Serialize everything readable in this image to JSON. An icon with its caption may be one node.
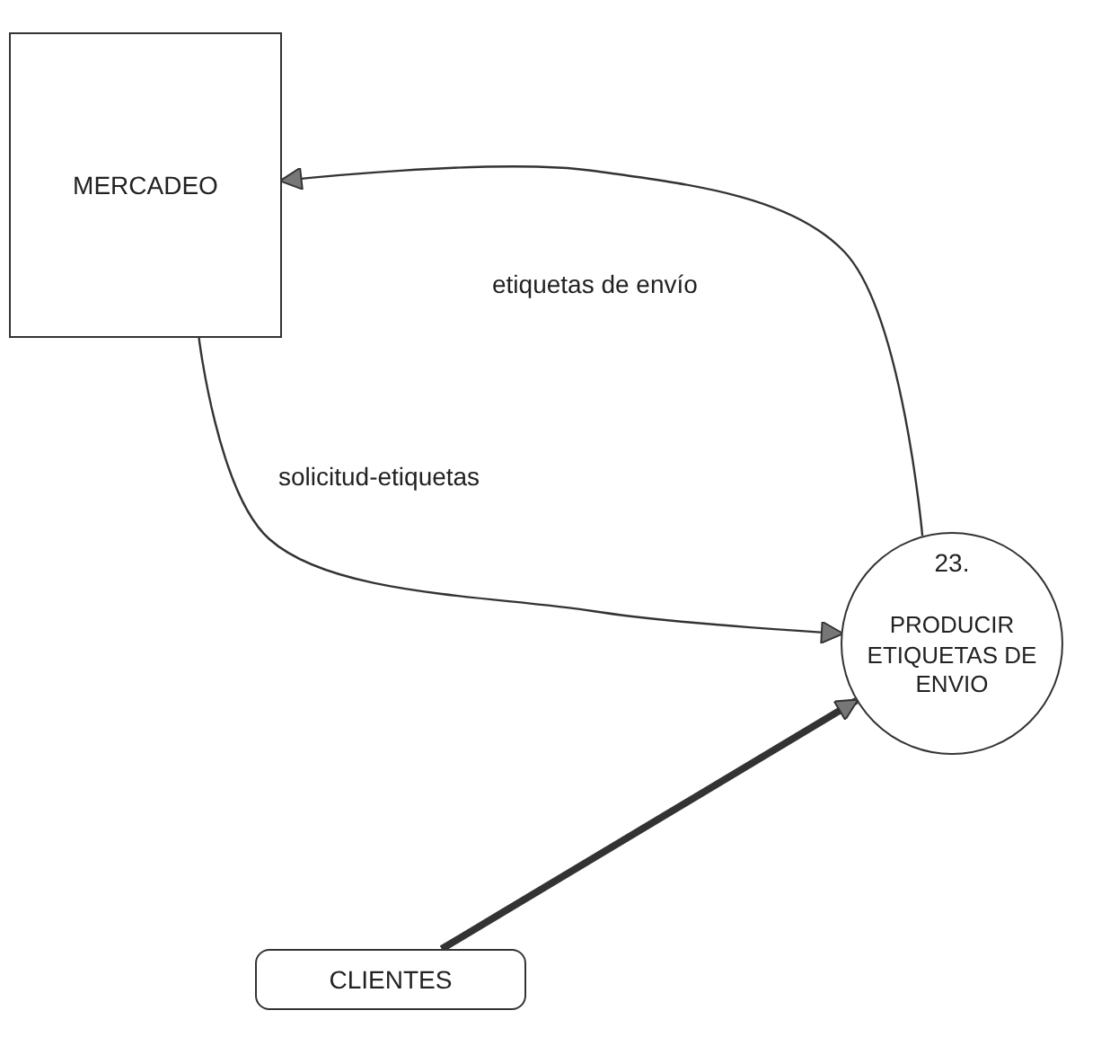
{
  "diagram": {
    "nodes": [
      {
        "text": [
          "MERCADEO"
        ]
      },
      {
        "text": [
          "23.",
          "PRODUCIR ETIQUETAS DE ENVIO"
        ]
      },
      {
        "text": [
          "CLIENTES"
        ]
      }
    ],
    "edges": [
      {
        "from": 1,
        "to": 0,
        "arrow": "to",
        "label": "etiquetas de envío"
      },
      {
        "from": 0,
        "to": 1,
        "arrow": "to",
        "label": "solicitud-etiquetas"
      },
      {
        "from": 2,
        "to": 1,
        "arrow": "to",
        "style": "thick"
      }
    ]
  }
}
